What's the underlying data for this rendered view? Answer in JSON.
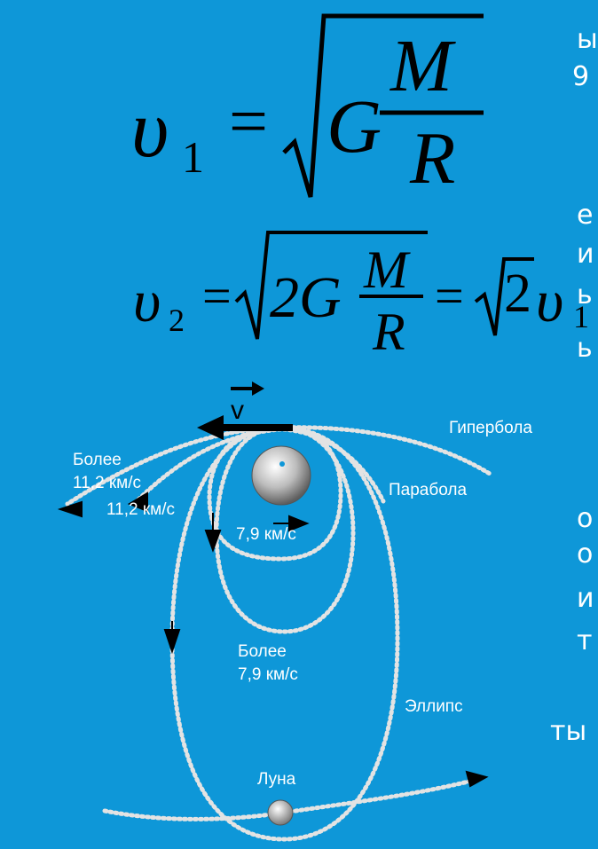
{
  "side_text": [
    "ы",
    "9",
    "е",
    "и",
    "ь",
    "ь",
    "о",
    "о",
    "и",
    "т",
    "ты"
  ],
  "formula1": {
    "v": "υ",
    "sub": "1",
    "eq": "=",
    "G": "G",
    "num": "M",
    "den": "R"
  },
  "formula2": {
    "v": "υ",
    "sub": "2",
    "eq": "=",
    "coef": "2G",
    "num": "M",
    "den": "R",
    "eq2": "=",
    "two": "2",
    "v2": "υ",
    "sub2": "1"
  },
  "diagram": {
    "velocity_label": "v",
    "labels": {
      "hyperbola": "Гипербола",
      "parabola": "Парабола",
      "ellipse": "Эллипс",
      "more_112_a_line1": "Более",
      "more_112_a_line2": "11,2 км/с",
      "speed_112": "11,2 км/с",
      "speed_79": "7,9 км/с",
      "more_79_line1": "Более",
      "more_79_line2": "7,9 км/с",
      "moon": "Луна"
    }
  }
}
